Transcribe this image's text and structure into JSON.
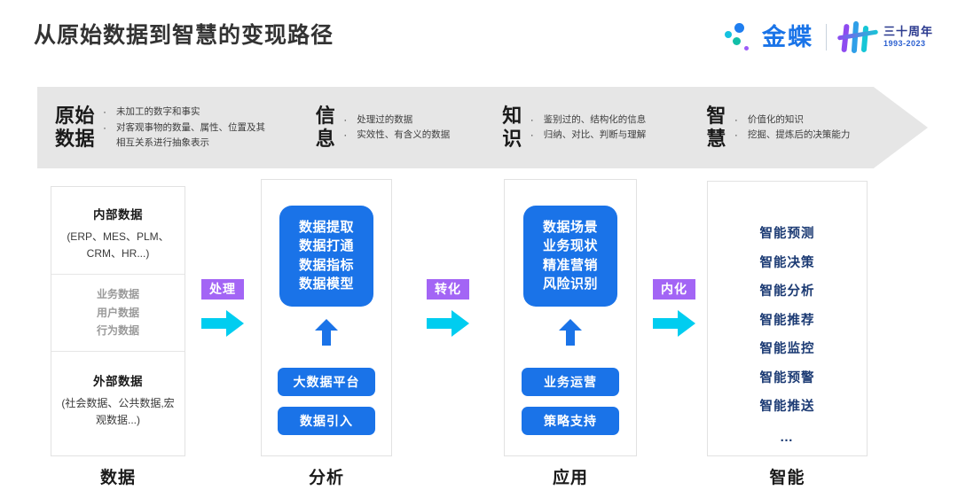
{
  "header": {
    "title": "从原始数据到智慧的变现路径",
    "logo": {
      "brand": "金蝶",
      "anniversary_cn": "三十周年",
      "anniversary_years": "1993-2023"
    }
  },
  "banner": {
    "stages": [
      {
        "name_line1": "原始",
        "name_line2": "数据",
        "bullets": [
          "未加工的数字和事实",
          "对客观事物的数量、属性、位置及其相互关系进行抽象表示"
        ]
      },
      {
        "name_line1": "信",
        "name_line2": "息",
        "bullets": [
          "处理过的数据",
          "实效性、有含义的数据"
        ]
      },
      {
        "name_line1": "知",
        "name_line2": "识",
        "bullets": [
          "鉴别过的、结构化的信息",
          "归纳、对比、判断与理解"
        ]
      },
      {
        "name_line1": "智",
        "name_line2": "慧",
        "bullets": [
          "价值化的知识",
          "挖掘、提炼后的决策能力"
        ]
      }
    ]
  },
  "columns": {
    "data": {
      "label": "数据",
      "internal_head": "内部数据",
      "internal_sub": "(ERP、MES、PLM、CRM、HR...)",
      "middle_items": [
        "业务数据",
        "用户数据",
        "行为数据"
      ],
      "external_head": "外部数据",
      "external_sub": "(社会数据、公共数据,宏观数据...)"
    },
    "analysis": {
      "label": "分析",
      "big_box": "数据提取\n数据打通\n数据指标\n数据模型",
      "pills": [
        "大数据平台",
        "数据引入"
      ]
    },
    "application": {
      "label": "应用",
      "big_box": "数据场景\n业务现状\n精准营销\n风险识别",
      "pills": [
        "业务运营",
        "策略支持"
      ]
    },
    "intelligence": {
      "label": "智能",
      "items": [
        "智能预测",
        "智能决策",
        "智能分析",
        "智能推荐",
        "智能监控",
        "智能预警",
        "智能推送"
      ],
      "ellipsis": "…"
    }
  },
  "connectors": [
    {
      "label": "处理"
    },
    {
      "label": "转化"
    },
    {
      "label": "内化"
    }
  ],
  "colors": {
    "accent_blue": "#1a73e8",
    "badge_purple": "#a365f5",
    "arrow_cyan": "#00cdf0",
    "banner_gray": "#e6e6e6",
    "intel_navy": "#1b3a73"
  }
}
